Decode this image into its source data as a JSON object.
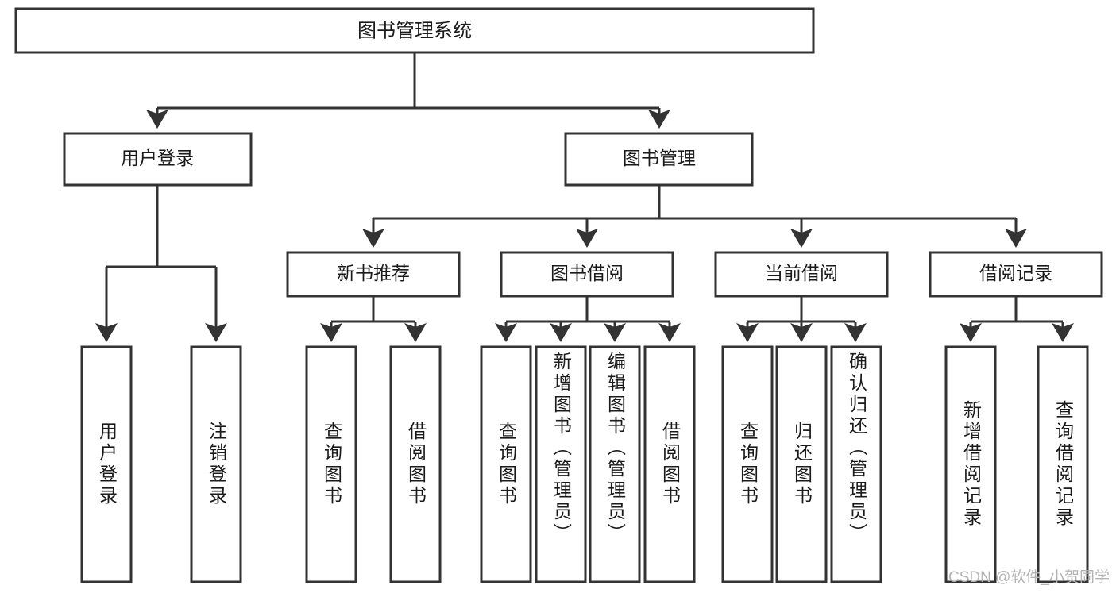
{
  "diagram": {
    "type": "tree",
    "title": "图书管理系统",
    "watermark": "CSDN @软件_小贺同学",
    "levels": {
      "root": {
        "id": "root",
        "label": "图书管理系统"
      },
      "level2": [
        {
          "id": "user-login",
          "label": "用户登录"
        },
        {
          "id": "book-management",
          "label": "图书管理"
        }
      ],
      "level3": [
        {
          "id": "new-book-recommend",
          "label": "新书推荐",
          "parent": "book-management"
        },
        {
          "id": "book-borrow",
          "label": "图书借阅",
          "parent": "book-management"
        },
        {
          "id": "current-borrow",
          "label": "当前借阅",
          "parent": "book-management"
        },
        {
          "id": "borrow-record",
          "label": "借阅记录",
          "parent": "book-management"
        }
      ],
      "leaves": {
        "user-login": [
          {
            "id": "leaf-user-login",
            "label": "用户登录"
          },
          {
            "id": "leaf-logout-login",
            "label": "注销登录"
          }
        ],
        "new-book-recommend": [
          {
            "id": "leaf-query-book-1",
            "label": "查询图书"
          },
          {
            "id": "leaf-borrow-book-1",
            "label": "借阅图书"
          }
        ],
        "book-borrow": [
          {
            "id": "leaf-query-book-2",
            "label": "查询图书"
          },
          {
            "id": "leaf-add-book",
            "label": "新增图书（管理员）"
          },
          {
            "id": "leaf-edit-book",
            "label": "编辑图书（管理员）"
          },
          {
            "id": "leaf-borrow-book-2",
            "label": "借阅图书"
          }
        ],
        "current-borrow": [
          {
            "id": "leaf-query-book-3",
            "label": "查询图书"
          },
          {
            "id": "leaf-return-book",
            "label": "归还图书"
          },
          {
            "id": "leaf-confirm-return",
            "label": "确认归还（管理员）"
          }
        ],
        "borrow-record": [
          {
            "id": "leaf-add-record",
            "label": "新增借阅记录"
          },
          {
            "id": "leaf-query-record",
            "label": "查询借阅记录"
          }
        ]
      }
    },
    "colors": {
      "background": "#ffffff",
      "box_fill": "#ffffff",
      "box_stroke": "#333333",
      "text": "#1a1a1a",
      "watermark": "#b3b3b3"
    }
  }
}
